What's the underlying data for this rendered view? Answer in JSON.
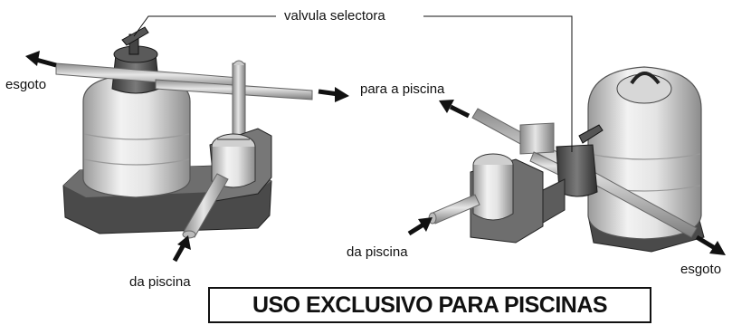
{
  "labels": {
    "valve": "valvula selectora",
    "drain_left": "esgoto",
    "to_pool": "para a piscina",
    "from_pool_left": "da piscina",
    "from_pool_right": "da piscina",
    "drain_right": "esgoto"
  },
  "banner": "USO EXCLUSIVO PARA PISCINAS"
}
